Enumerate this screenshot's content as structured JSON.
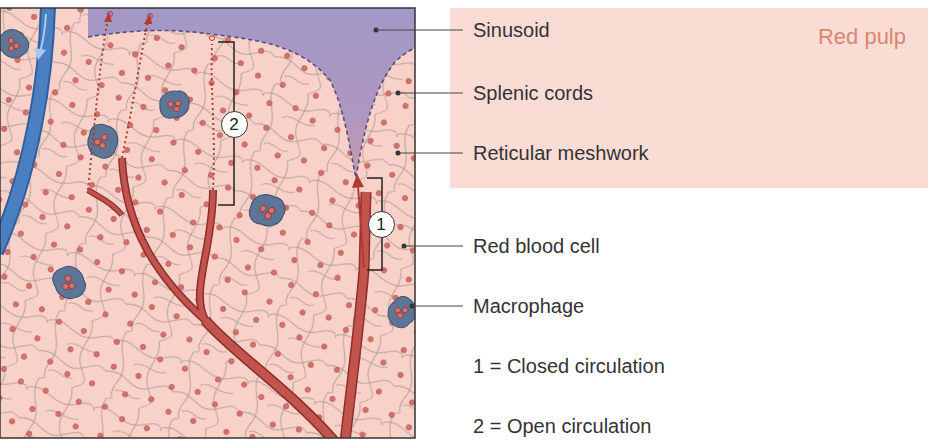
{
  "diagram": {
    "nodes": [
      {
        "text": [
          "Red pulp"
        ]
      },
      {
        "text": [
          "1"
        ]
      },
      {
        "text": [
          "2"
        ]
      }
    ],
    "labels": [
      "Sinusoid",
      "Splenic cords",
      "Reticular meshwork",
      "Red blood cell",
      "Macrophage",
      "1 = Closed circulation",
      "2 = Open circulation"
    ]
  }
}
